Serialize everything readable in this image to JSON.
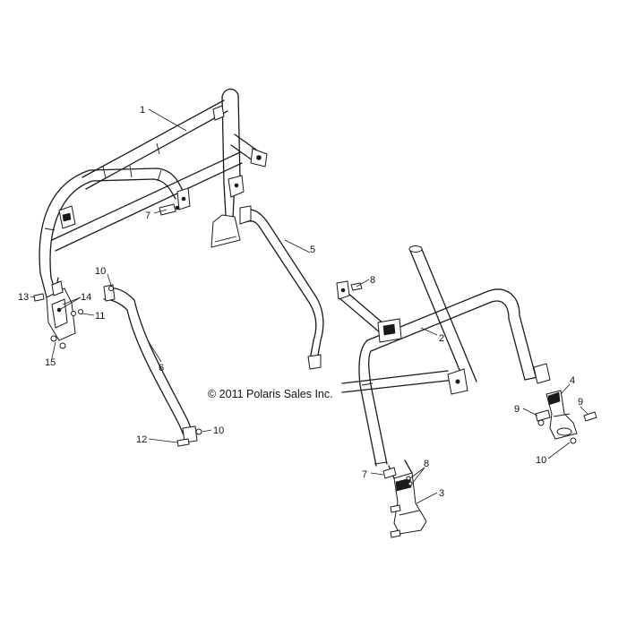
{
  "copyright": "© 2011 Polaris Sales Inc.",
  "callouts": {
    "c1": "1",
    "c2": "2",
    "c3": "3",
    "c4": "4",
    "c5": "5",
    "c6": "6",
    "c7a": "7",
    "c7b": "7",
    "c8a": "8",
    "c8b": "8",
    "c9a": "9",
    "c9b": "9",
    "c10a": "10",
    "c10b": "10",
    "c10c": "10",
    "c11": "11",
    "c12": "12",
    "c13": "13",
    "c14": "14",
    "c15": "15"
  }
}
